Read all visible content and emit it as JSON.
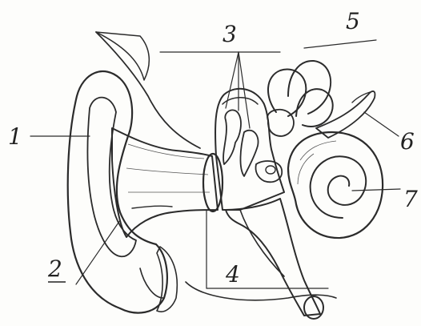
{
  "diagram": {
    "labels": [
      {
        "id": "1",
        "text": "1"
      },
      {
        "id": "2",
        "text": "2"
      },
      {
        "id": "3",
        "text": "3"
      },
      {
        "id": "4",
        "text": "4"
      },
      {
        "id": "5",
        "text": "5"
      },
      {
        "id": "6",
        "text": "6"
      },
      {
        "id": "7",
        "text": "7"
      }
    ],
    "colors": {
      "ink": "#2b2b2b",
      "paper": "#fdfdfb",
      "shade": "#c9c9c4"
    }
  }
}
